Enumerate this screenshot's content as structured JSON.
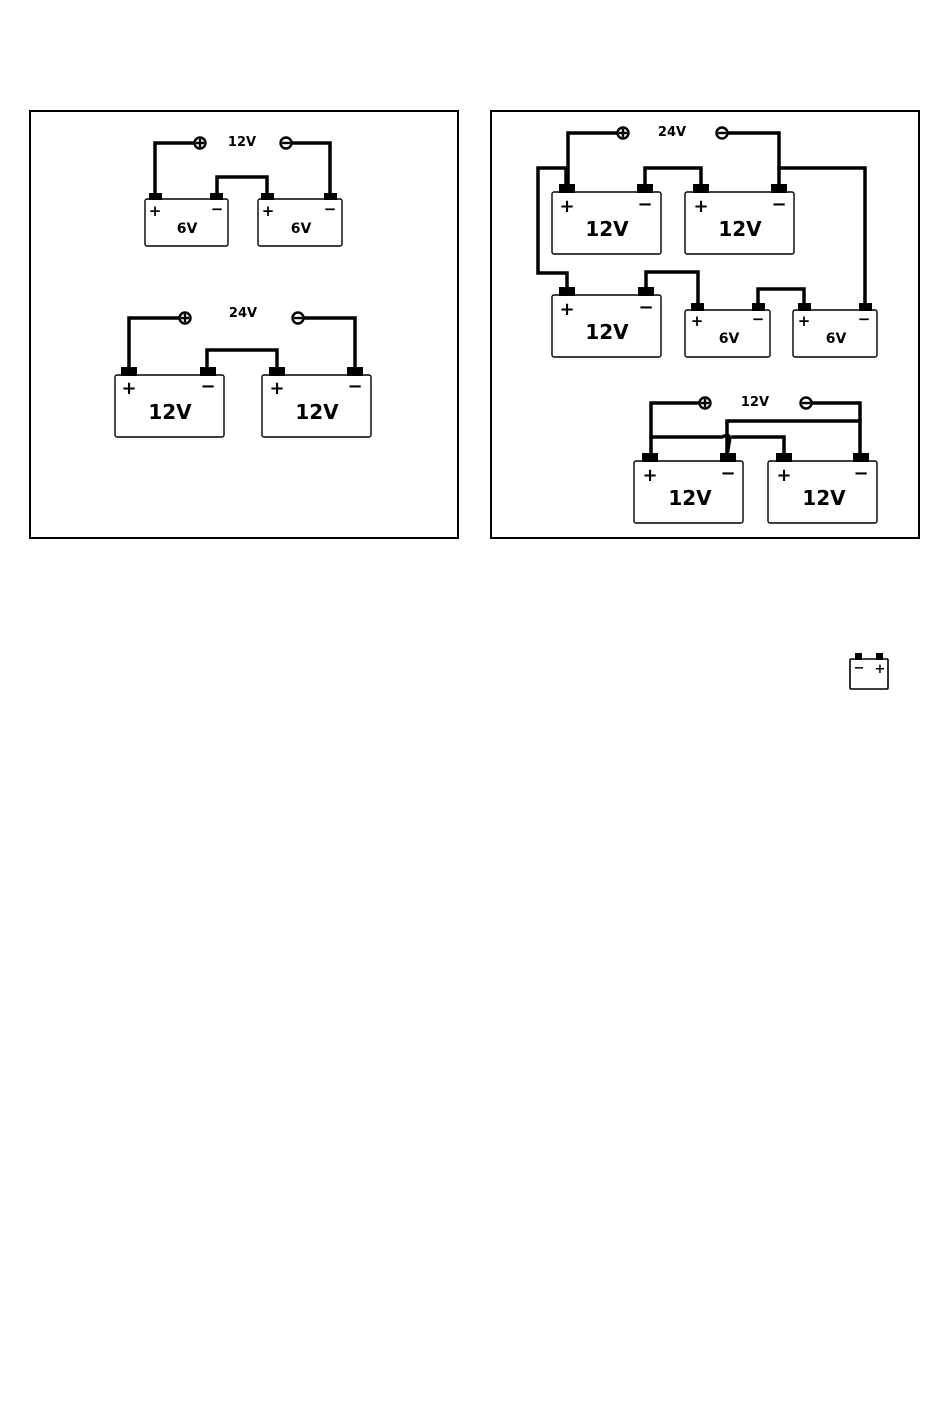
{
  "panel_left": {
    "diagram_a": {
      "system_voltage": "12V",
      "battery_1": {
        "voltage": "6V",
        "plus": "+",
        "minus": "−"
      },
      "battery_2": {
        "voltage": "6V",
        "plus": "+",
        "minus": "−"
      }
    },
    "diagram_b": {
      "system_voltage": "24V",
      "battery_1": {
        "voltage": "12V",
        "plus": "+",
        "minus": "−"
      },
      "battery_2": {
        "voltage": "12V",
        "plus": "+",
        "minus": "−"
      }
    }
  },
  "panel_right": {
    "diagram_c": {
      "system_voltage": "24V",
      "battery_1": {
        "voltage": "12V",
        "plus": "+",
        "minus": "−"
      },
      "battery_2": {
        "voltage": "12V",
        "plus": "+",
        "minus": "−"
      },
      "battery_3": {
        "voltage": "12V",
        "plus": "+",
        "minus": "−"
      },
      "battery_4": {
        "voltage": "6V",
        "plus": "+",
        "minus": "−"
      },
      "battery_5": {
        "voltage": "6V",
        "plus": "+",
        "minus": "−"
      }
    },
    "diagram_d": {
      "system_voltage": "12V",
      "battery_1": {
        "voltage": "12V",
        "plus": "+",
        "minus": "−"
      },
      "battery_2": {
        "voltage": "12V",
        "plus": "+",
        "minus": "−"
      }
    }
  },
  "corner_icon": {
    "icon": "battery-icon",
    "minus": "−",
    "plus": "+"
  }
}
